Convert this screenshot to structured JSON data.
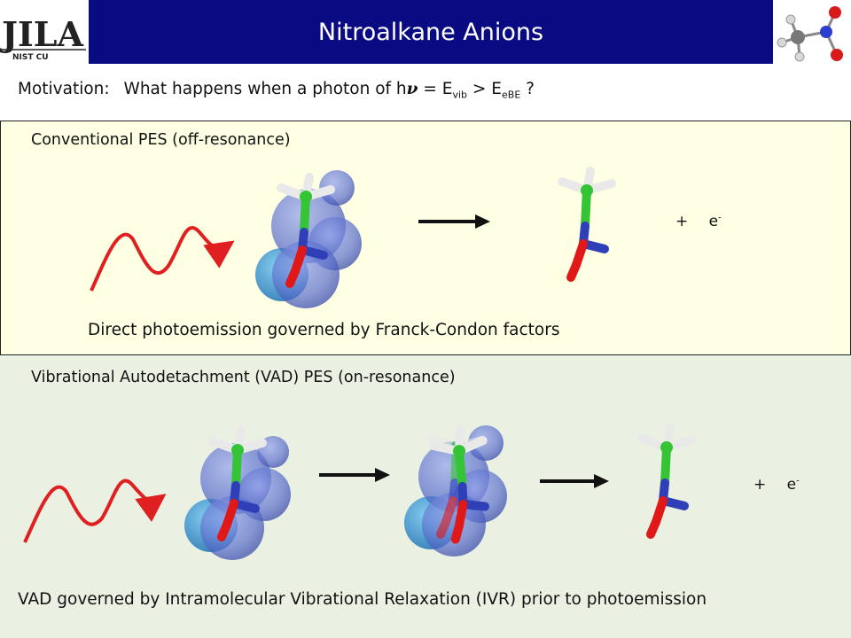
{
  "header": {
    "title": "Nitroalkane Anions",
    "logo": {
      "main": "JILA",
      "sub": "NIST CU"
    }
  },
  "motivation": {
    "lead": "Motivation:",
    "question_start": "What happens when a photon of h",
    "nu": "ν",
    "equals": "= E",
    "vib_sub": "vib",
    "gt": "> E",
    "ebe_sub": "eBE",
    "question_end": "?"
  },
  "panel_conventional": {
    "title": "Conventional PES  (off-resonance)",
    "caption": "Direct photoemission governed by Franck-Condon factors",
    "products": {
      "plus": "+",
      "electron": "e",
      "charge": "-"
    }
  },
  "panel_vad": {
    "title": "Vibrational Autodetachment (VAD) PES (on-resonance)",
    "caption": "VAD governed by Intramolecular Vibrational Relaxation (IVR) prior to photoemission",
    "products": {
      "plus": "+",
      "electron": "e",
      "charge": "-"
    }
  },
  "colors": {
    "title_bar": "#0a0a82",
    "panel_conventional_bg": "#ffffe4",
    "panel_vad_bg": "#ebf1e2",
    "photon": "#e02020",
    "carbon": "#35c435",
    "nitrogen": "#2f3fb8",
    "oxygen": "#e01818",
    "hydrogen": "#f2f2f2",
    "electron_cloud": "#5a6fcc"
  }
}
